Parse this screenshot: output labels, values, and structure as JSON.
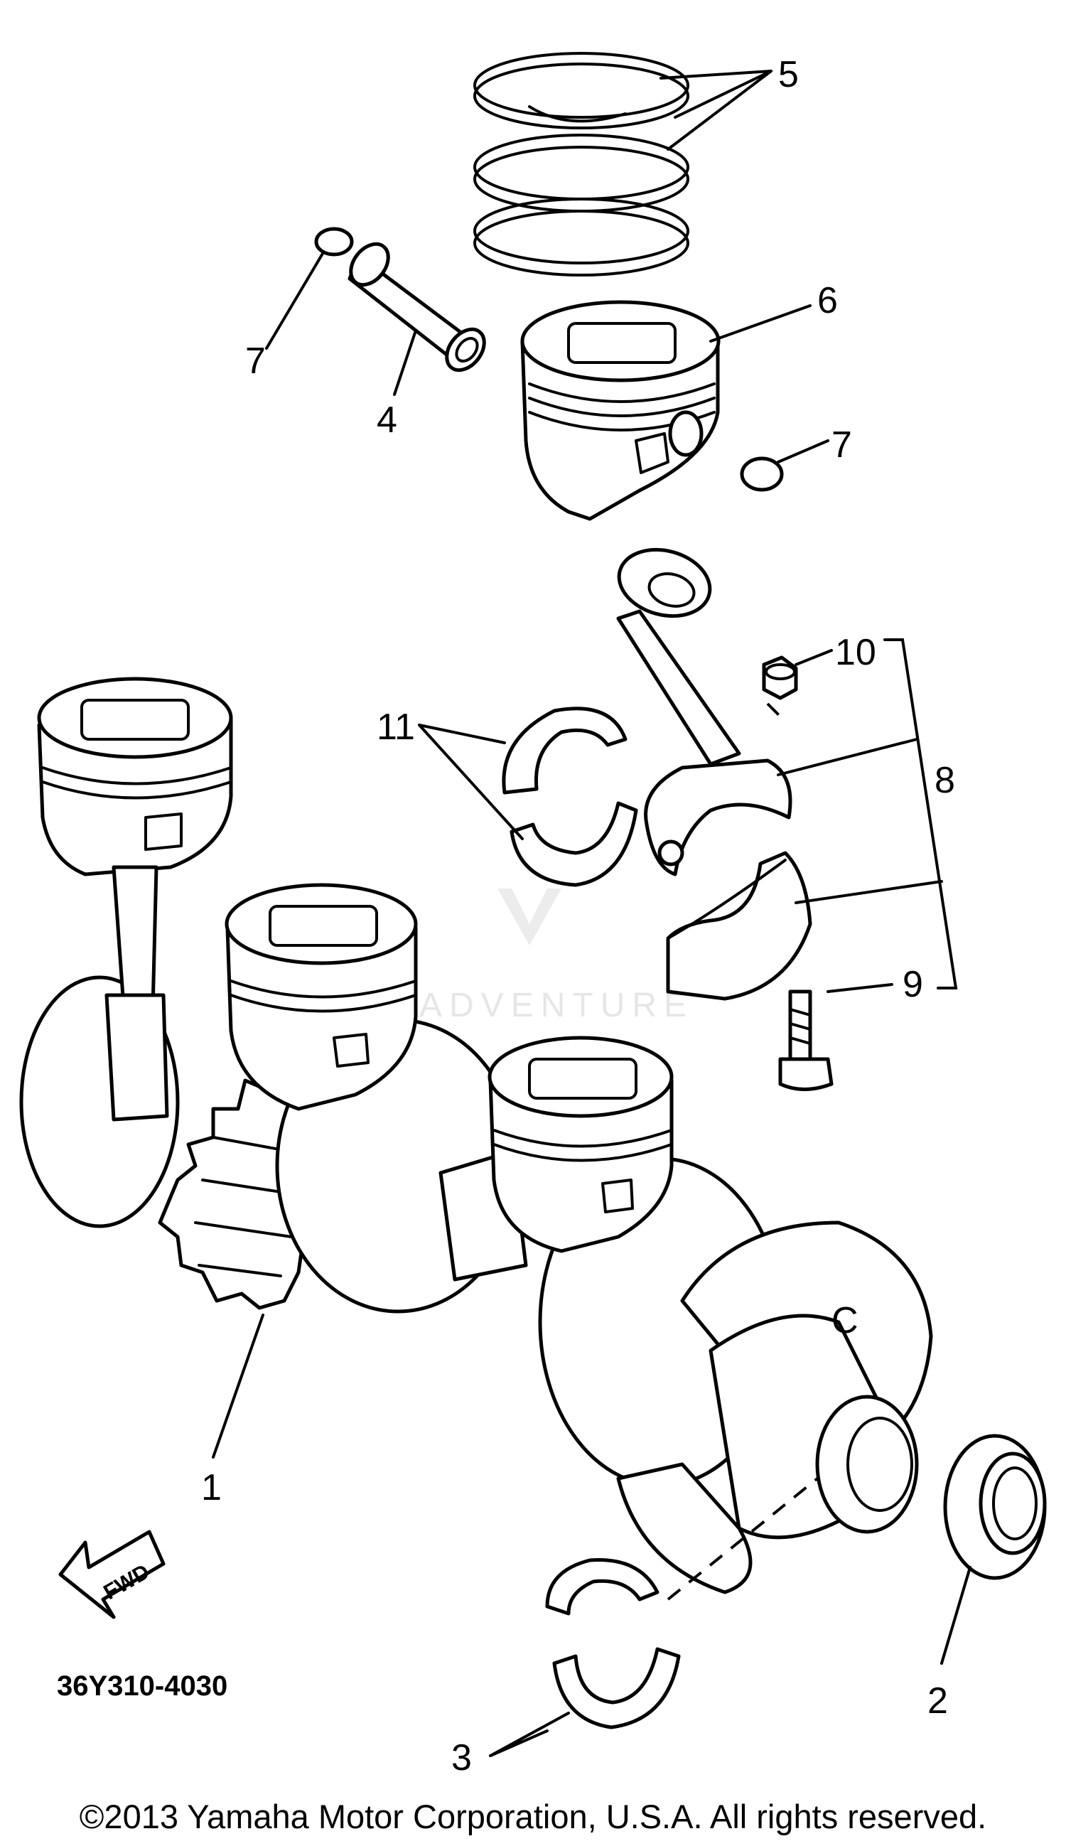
{
  "diagram": {
    "watermark": "ADVENTURE",
    "drawing_code": "36Y310-4030",
    "fwd_marker": "FWD",
    "crank_mark": "C",
    "callouts": [
      "1",
      "2",
      "3",
      "4",
      "5",
      "6",
      "7",
      "7",
      "8",
      "9",
      "10",
      "11"
    ]
  },
  "footer": {
    "copyright": "©2013 Yamaha Motor Corporation, U.S.A. All rights reserved."
  }
}
